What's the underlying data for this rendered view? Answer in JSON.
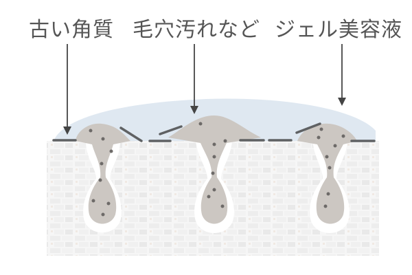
{
  "labels": {
    "old_keratin": "古い角質",
    "pore_dirt": "毛穴汚れなど",
    "gel": "ジェル美容液"
  },
  "colors": {
    "gel": "#dfe8f1",
    "dirt": "#ccc7c2",
    "skin_light": "#f3f3f3",
    "skin_brick": "#e6e6e6",
    "flake": "#5f6163",
    "arrow": "#444444",
    "dots": "#6d6a68"
  }
}
